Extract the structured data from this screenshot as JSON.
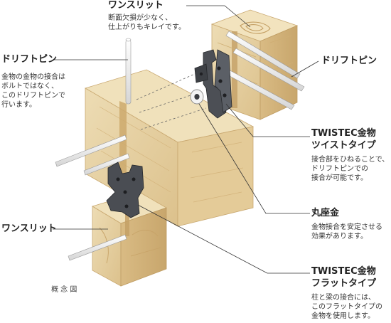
{
  "labels": {
    "one_slit_top": {
      "title": "ワンスリット",
      "desc": "断面欠損が少なく、\n仕上がりもキレイです。"
    },
    "drift_pin_left": {
      "title": "ドリフトピン",
      "desc": "金物の金物の接合は\nボルトではなく、\nこのドリフトピンで\n行います。"
    },
    "drift_pin_right": {
      "title": "ドリフトピン"
    },
    "twistec_twist": {
      "title": "TWISTEC金物",
      "subtitle": "ツイストタイプ",
      "desc": "接合部をひねることで、\nドリフトピンでの\n接合が可能です。"
    },
    "marukazagane": {
      "title": "丸座金",
      "desc": "金物接合を安定させる\n効果があります。"
    },
    "one_slit_bottom": {
      "title": "ワンスリット"
    },
    "twistec_flat": {
      "title": "TWISTEC金物",
      "subtitle": "フラットタイプ",
      "desc": "柱と梁の接合には、\nこのフラットタイプの\n金物を使用します。"
    }
  },
  "caption": "概 念 図",
  "colors": {
    "wood_front": "#e7d3a7",
    "wood_top": "#f1e2bd",
    "wood_side": "#d2b27b",
    "grain": "#c9a568",
    "metal": "#4a4d52",
    "metal_dark": "#2c2e32",
    "pin": "#f2f2f2",
    "leader": "#333333"
  }
}
